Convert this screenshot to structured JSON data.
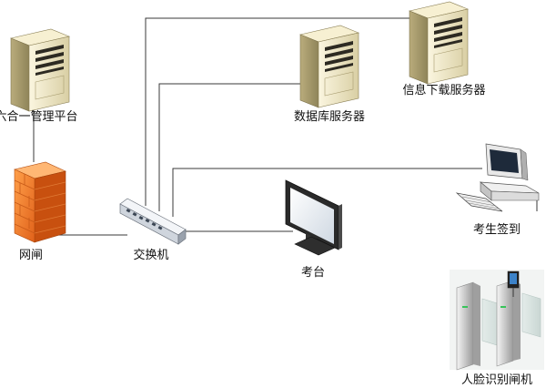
{
  "nodes": {
    "mgmt_platform": "六合一管理平台",
    "db_server": "数据库服务器",
    "info_server": "信息下载服务器",
    "gateway": "网闸",
    "switch": "交换机",
    "exam_desk": "考台",
    "checkin": "考生签到",
    "face_gate": "人脸识别闸机"
  },
  "icons": {
    "mgmt_platform": "server-tower-icon",
    "db_server": "server-tower-icon",
    "info_server": "server-tower-icon",
    "gateway": "firewall-icon",
    "switch": "network-switch-icon",
    "exam_desk": "lcd-monitor-icon",
    "checkin": "desktop-computer-icon",
    "face_gate": "face-recognition-turnstile-icon"
  },
  "colors": {
    "line": "#3a3a3a",
    "server_body": "#efe6c2",
    "firewall": "#f07a22",
    "switch": "#e4e8ee"
  }
}
